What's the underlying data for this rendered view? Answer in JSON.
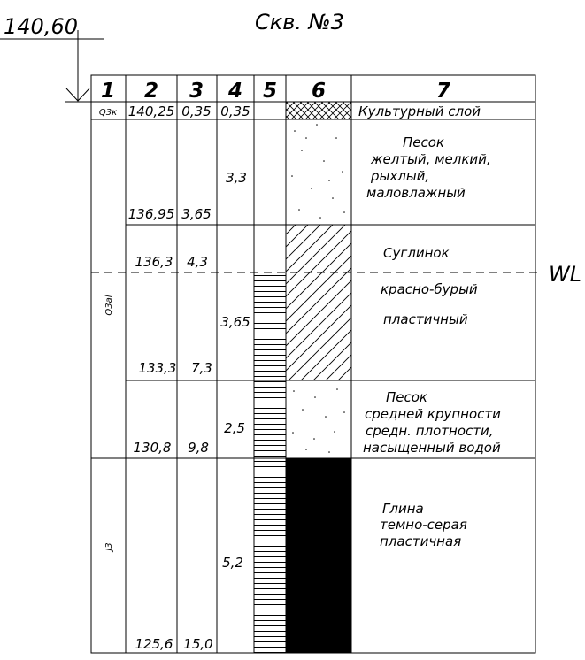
{
  "borehole_title": "Скв. №3",
  "wellhead_elevation": "140,60",
  "water_level_label": "WL",
  "columns": [
    "1",
    "2",
    "3",
    "4",
    "5",
    "6",
    "7"
  ],
  "layers": [
    {
      "index": "Q3к",
      "elevation": "140,25",
      "depth": "0,35",
      "thickness": "0,35",
      "description": [
        "Культурный слой"
      ],
      "pattern": "crosshatch"
    },
    {
      "index": "",
      "elevation": "136,95",
      "depth": "3,65",
      "thickness": "3,3",
      "description": [
        "Песок",
        "желтый, мелкий,",
        "рыхлый,",
        "маловлажный"
      ],
      "pattern": "dots"
    },
    {
      "index": "",
      "elevation": "133,3",
      "depth": "7,3",
      "thickness": "3,65",
      "description": [
        "Суглинок",
        "красно-бурый",
        "пластичный"
      ],
      "pattern": "diagonal"
    },
    {
      "index": "",
      "elevation": "130,8",
      "depth": "9,8",
      "thickness": "2,5",
      "description": [
        "Песок",
        "средней крупности",
        "средн. плотности,",
        "насыщенный водой"
      ],
      "pattern": "dots"
    },
    {
      "index": "J3",
      "elevation": "125,6",
      "depth": "15,0",
      "thickness": "5,2",
      "description": [
        "Глина",
        "темно-серая",
        "пластичная"
      ],
      "pattern": "black"
    }
  ],
  "merged_index": "Q3al",
  "water_level": {
    "elevation": "136,3",
    "depth": "4,3"
  }
}
